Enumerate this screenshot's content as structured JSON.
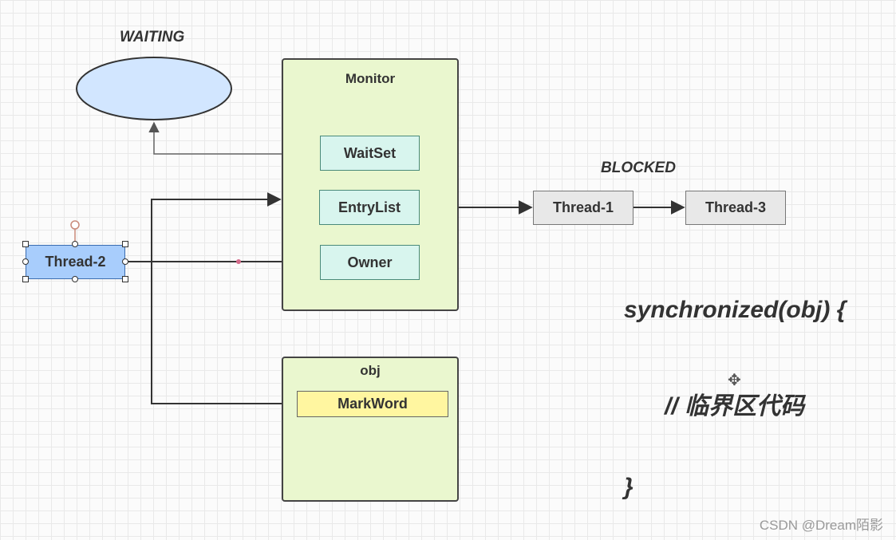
{
  "states": {
    "waiting": "WAITING",
    "blocked": "BLOCKED"
  },
  "monitor": {
    "title": "Monitor",
    "wait_set": "WaitSet",
    "entry_list": "EntryList",
    "owner": "Owner"
  },
  "obj": {
    "title": "obj",
    "mark_word": "MarkWord"
  },
  "threads": {
    "t1": "Thread-1",
    "t2": "Thread-2",
    "t3": "Thread-3"
  },
  "code": {
    "line1": "synchronized(obj) {",
    "line2": "// 临界区代码",
    "line3": "}"
  },
  "icons": {
    "move": "move-cursor-icon"
  },
  "watermark": "CSDN @Dream陌影",
  "colors": {
    "container_fill": "#eaf7cf",
    "teal_fill": "#d8f5ee",
    "thread_fill": "#a8cdfc",
    "markword_fill": "#fff6a0",
    "waiting_fill": "#d2e6ff"
  }
}
